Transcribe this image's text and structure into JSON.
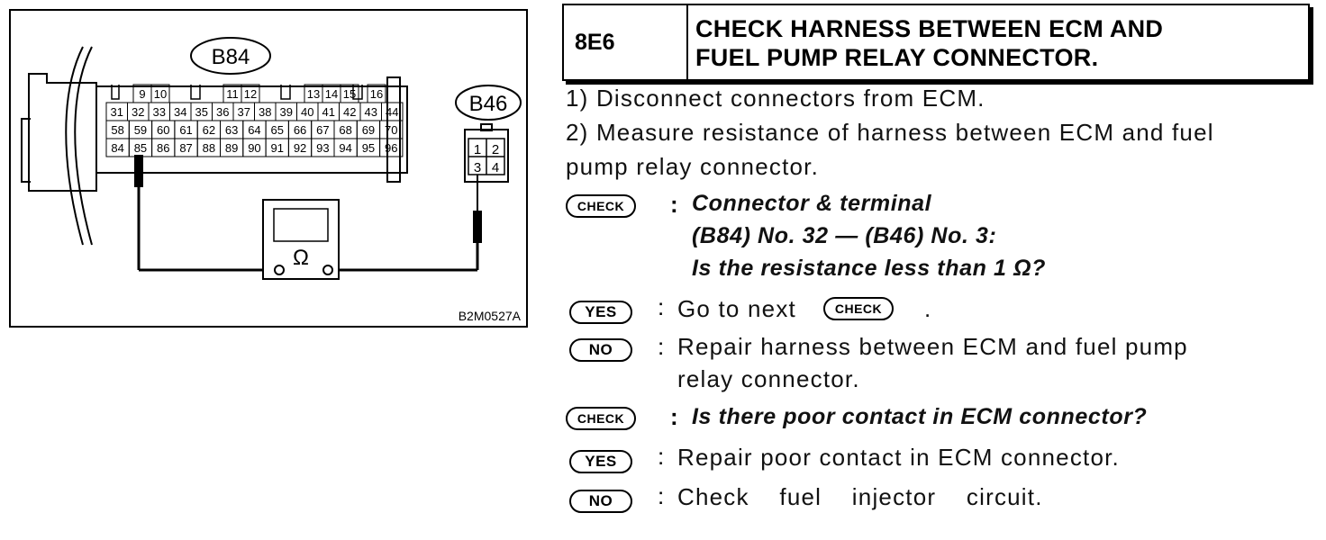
{
  "figure": {
    "connector_b84": "B84",
    "connector_b46": "B46",
    "figure_code": "B2M0527A",
    "ohm_symbol": "Ω",
    "b84_row1": [
      "9",
      "10",
      "",
      "11",
      "12",
      "",
      "13",
      "14",
      "",
      "15",
      "16"
    ],
    "b84_row2": [
      "31",
      "32",
      "33",
      "34",
      "35",
      "36",
      "37",
      "38",
      "39",
      "40",
      "41",
      "42",
      "43",
      "44"
    ],
    "b84_row3": [
      "58",
      "59",
      "60",
      "61",
      "62",
      "63",
      "64",
      "65",
      "66",
      "67",
      "68",
      "69",
      "70"
    ],
    "b84_row4": [
      "84",
      "85",
      "86",
      "87",
      "88",
      "89",
      "90",
      "91",
      "92",
      "93",
      "94",
      "95",
      "96"
    ],
    "b46_pins": [
      "1",
      "2",
      "3",
      "4"
    ]
  },
  "header": {
    "code": "8E6",
    "title_line1": "CHECK HARNESS BETWEEN ECM AND",
    "title_line2": "FUEL PUMP RELAY CONNECTOR."
  },
  "steps": {
    "step1": "1)  Disconnect connectors from ECM.",
    "step2_line1": "2)  Measure resistance of harness between ECM and fuel",
    "step2_line2": "pump relay connector."
  },
  "check1": {
    "badge": "CHECK",
    "colon": ":",
    "line1": "Connector & terminal",
    "line2": "(B84) No. 32 — (B46) No. 3:",
    "line3": "Is the resistance less than 1 Ω?"
  },
  "yes1": {
    "badge": "YES",
    "colon": ":",
    "text_before": "Go to next",
    "inline_badge": "CHECK",
    "text_after": "."
  },
  "no1": {
    "badge": "NO",
    "colon": ":",
    "line1": "Repair  harness  between  ECM  and  fuel  pump",
    "line2": "relay connector."
  },
  "check2": {
    "badge": "CHECK",
    "colon": ":",
    "text": "Is there poor contact in ECM connector?"
  },
  "yes2": {
    "badge": "YES",
    "colon": ":",
    "text": "Repair poor contact in ECM connector."
  },
  "no2": {
    "badge": "NO",
    "colon": ":",
    "text": "Check    fuel    injector    circuit."
  }
}
